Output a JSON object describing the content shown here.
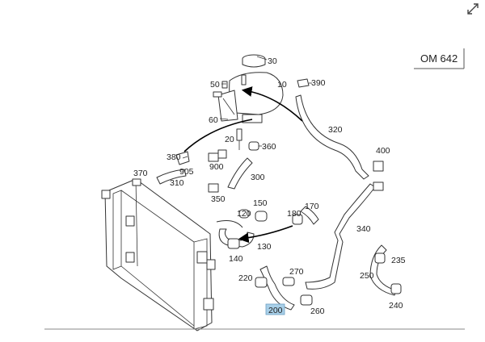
{
  "engine_code": "OM 642",
  "part_labels": {
    "p30": "30",
    "p10": "10",
    "p50": "50",
    "p390": "390",
    "p60": "60",
    "p320": "320",
    "p20": "20",
    "p360": "360",
    "p380": "380",
    "p400": "400",
    "p900": "900",
    "p905": "905",
    "p370": "370",
    "p300": "300",
    "p310": "310",
    "p350": "350",
    "p150": "150",
    "p170": "170",
    "p120": "120",
    "p180": "180",
    "p340": "340",
    "p130": "130",
    "p140": "140",
    "p235": "235",
    "p270": "270",
    "p250": "250",
    "p220": "220",
    "p240": "240",
    "p200": "200",
    "p260": "260"
  },
  "highlighted_part": "200",
  "colors": {
    "highlight": "#a8cfe8",
    "line": "#333333",
    "background": "#ffffff"
  },
  "icons": {
    "corner": "expand-icon"
  }
}
